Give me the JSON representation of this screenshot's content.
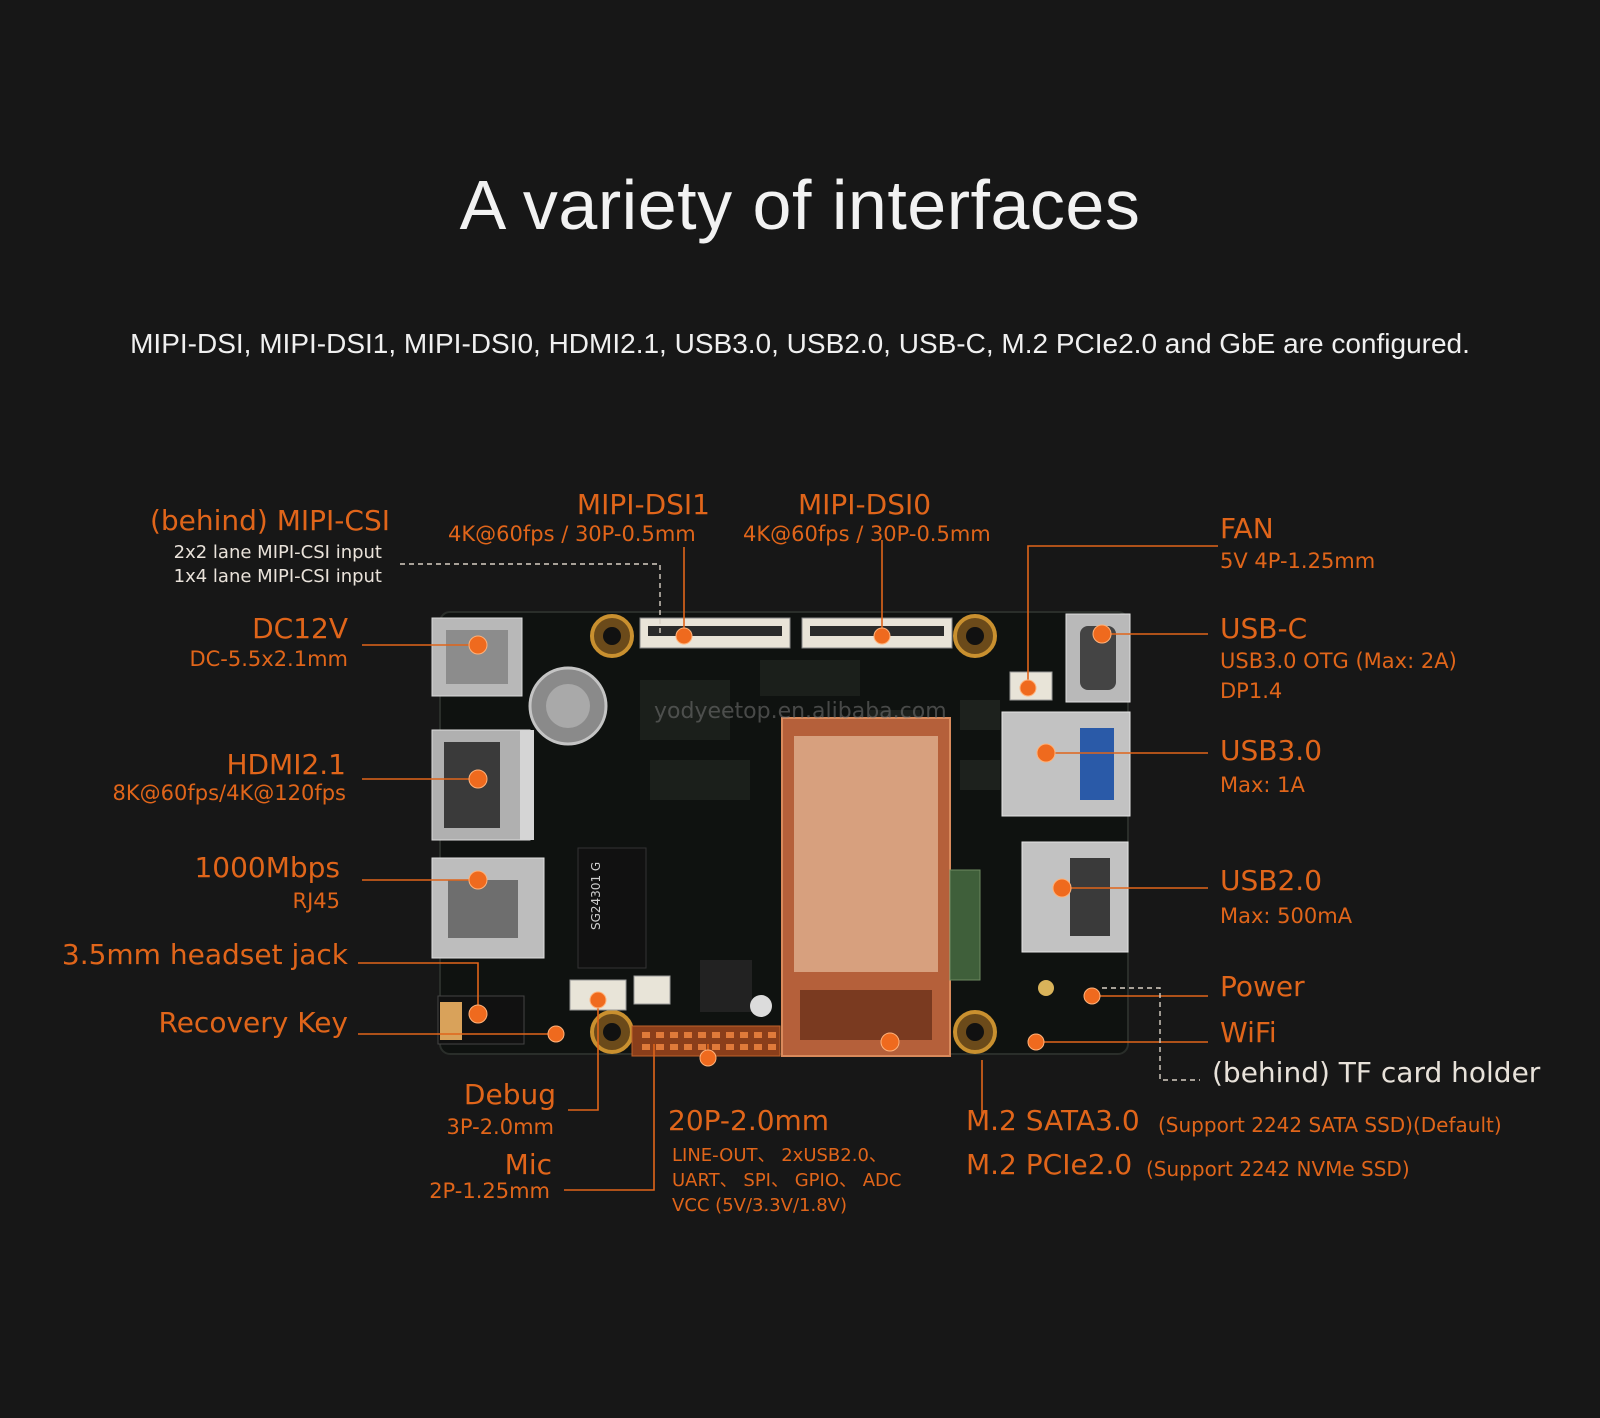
{
  "page": {
    "title": "A variety of interfaces",
    "subtitle": "MIPI-DSI, MIPI-DSI1, MIPI-DSI0, HDMI2.1, USB3.0, USB2.0, USB-C, M.2 PCIe2.0 and GbE are configured."
  },
  "board": {
    "chip_text": "SG24301 G",
    "watermark": "yodyeetop.en.alibaba.com",
    "colors": {
      "accent": "#e0651a",
      "pcb": "#0f1210",
      "ssd": "#c06a3c",
      "metal": "#b9b9b9"
    }
  },
  "labels": {
    "mipi_csi": {
      "title": "(behind) MIPI-CSI",
      "line1": "2x2 lane MIPI-CSI input",
      "line2": "1x4 lane MIPI-CSI input"
    },
    "mipi_dsi1": {
      "title": "MIPI-DSI1",
      "spec": "4K@60fps / 30P-0.5mm"
    },
    "mipi_dsi0": {
      "title": "MIPI-DSI0",
      "spec": "4K@60fps / 30P-0.5mm"
    },
    "fan": {
      "title": "FAN",
      "spec": "5V 4P-1.25mm"
    },
    "dc12v": {
      "title": "DC12V",
      "spec": "DC-5.5x2.1mm"
    },
    "usb_c": {
      "title": "USB-C",
      "line1": "USB3.0 OTG (Max: 2A)",
      "line2": "DP1.4"
    },
    "hdmi": {
      "title": "HDMI2.1",
      "spec": "8K@60fps/4K@120fps"
    },
    "usb3": {
      "title": "USB3.0",
      "spec": "Max:  1A"
    },
    "gbe": {
      "title": "1000Mbps",
      "spec": "RJ45"
    },
    "usb2": {
      "title": "USB2.0",
      "spec": "Max: 500mA"
    },
    "headset": {
      "title": "3.5mm headset jack"
    },
    "power": {
      "title": "Power"
    },
    "recovery": {
      "title": "Recovery Key"
    },
    "wifi": {
      "title": "WiFi"
    },
    "tf": {
      "title": "(behind) TF card holder"
    },
    "debug": {
      "title": "Debug",
      "spec": "3P-2.0mm"
    },
    "mic": {
      "title": "Mic",
      "spec": "2P-1.25mm"
    },
    "header20": {
      "title": "20P-2.0mm",
      "line1": "LINE-OUT、 2xUSB2.0、",
      "line2": "UART、 SPI、 GPIO、 ADC",
      "line3": "VCC (5V/3.3V/1.8V)"
    },
    "m2_sata": {
      "title": "M.2 SATA3.0",
      "note": "(Support 2242 SATA SSD)(Default)"
    },
    "m2_pcie": {
      "title": "M.2 PCIe2.0",
      "note": "(Support 2242 NVMe SSD)"
    }
  }
}
